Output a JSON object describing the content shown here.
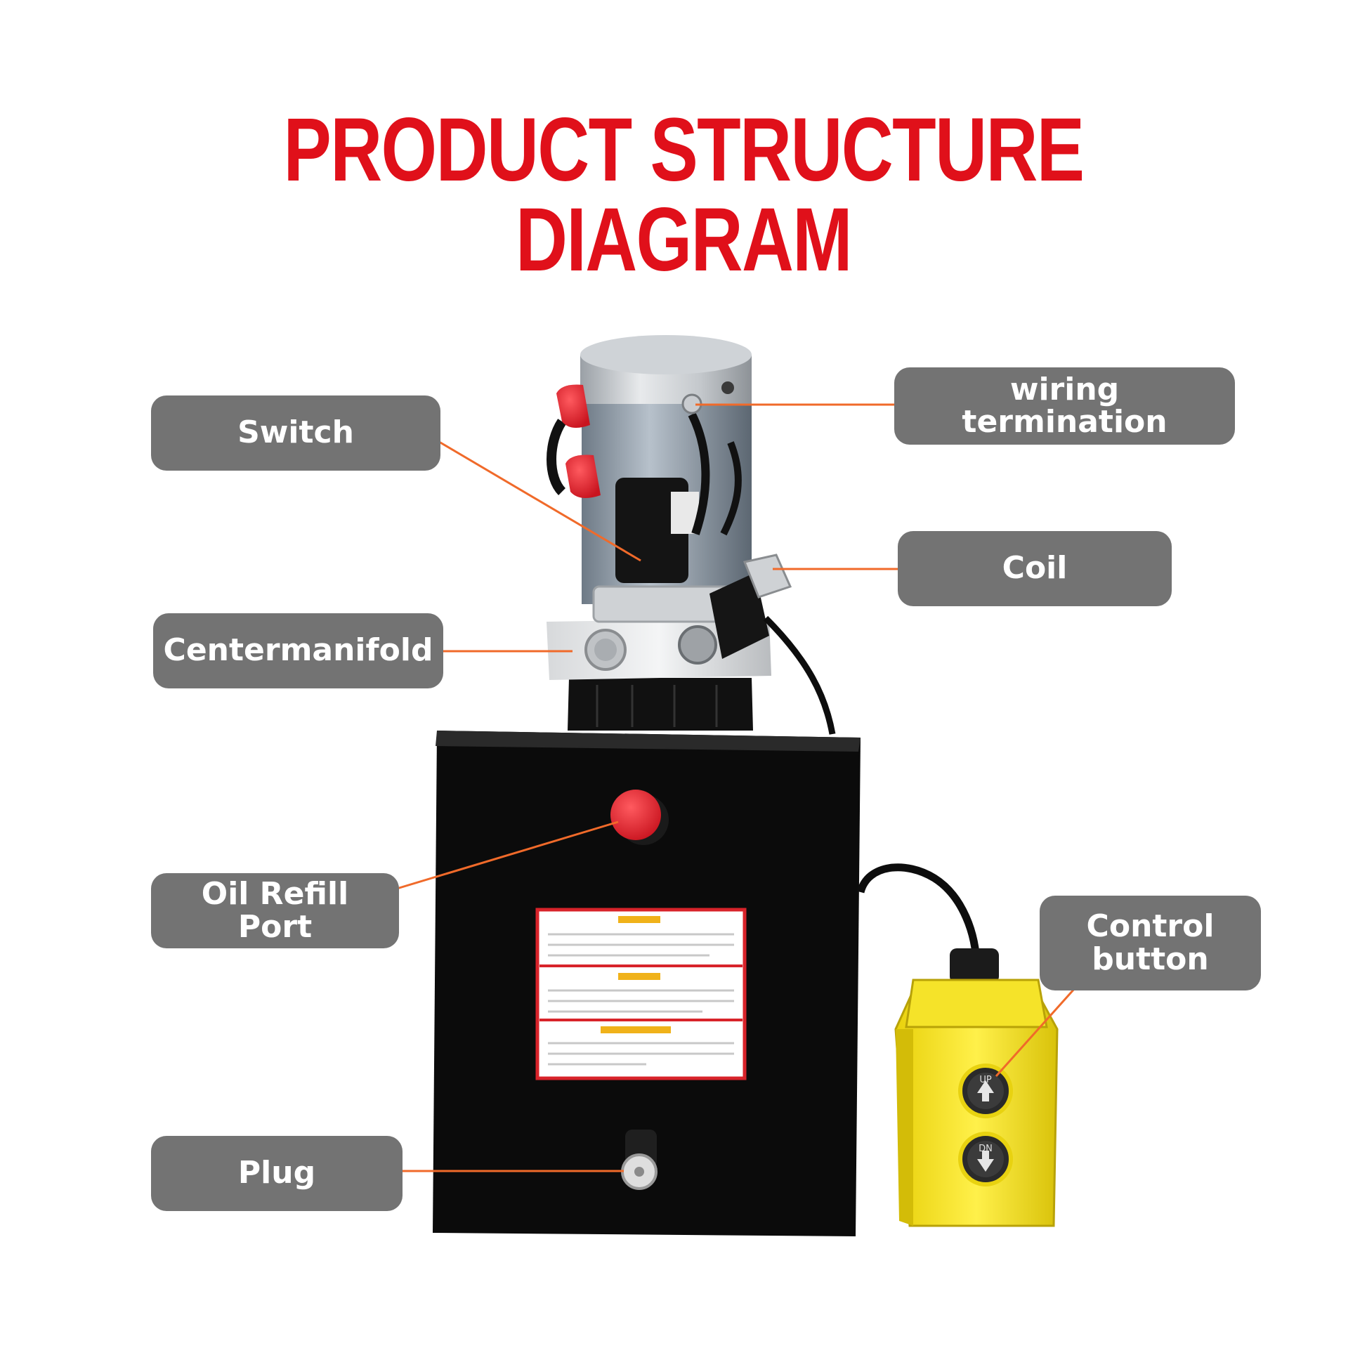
{
  "title": "PRODUCT STRUCTURE DIAGRAM",
  "labels": {
    "switch": "Switch",
    "wiring_termination": "wiring termination",
    "coil": "Coil",
    "centermanifold": "Centermanifold",
    "oil_refill_port": "Oil Refill Port",
    "control_button": "Control\nbutton",
    "plug": "Plug"
  },
  "control_pendant": {
    "up": "UP",
    "down": "DN"
  },
  "colors": {
    "title": "#e0101a",
    "label_bg": "#737373",
    "leader_line": "#f06a2a",
    "tank": "#0a0a0a",
    "pendant": "#f7e21a",
    "caps": "#e5242e"
  }
}
